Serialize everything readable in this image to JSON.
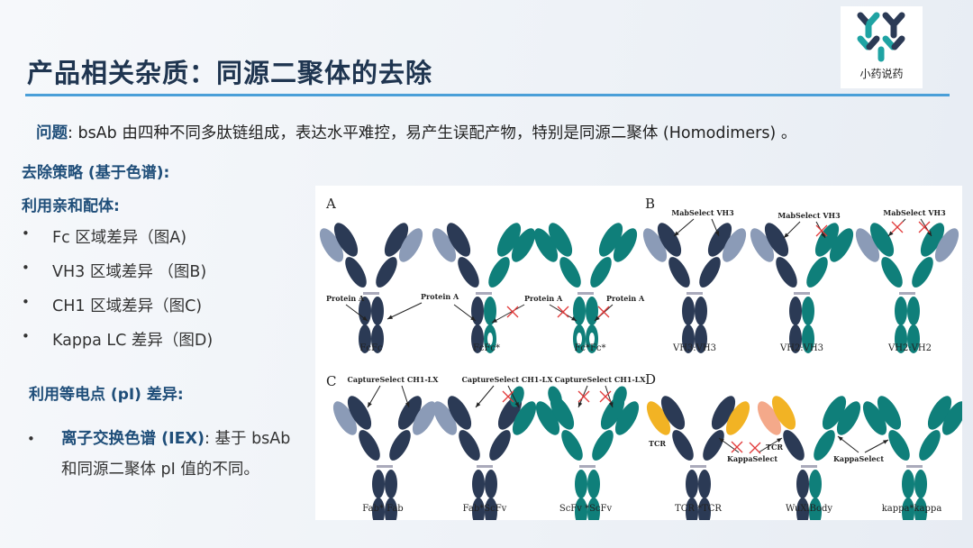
{
  "title": "产品相关杂质：同源二聚体的去除",
  "logo": {
    "text": "小药说药"
  },
  "problem": {
    "label": "问题",
    "text": ": bsAb 由四种不同多肽链组成，表达水平难控，易产生误配产物，特别是同源二聚体 (Homodimers) 。"
  },
  "strategy_heading": "去除策略 (基于色谱):",
  "affinity_heading": "利用亲和配体:",
  "affinity_items": [
    "Fc 区域差异（图A)",
    "VH3 区域差异 （图B)",
    "CH1 区域差异（图C)",
    "Kappa LC 差异（图D)"
  ],
  "pi_heading": "利用等电点 (pI) 差异:",
  "iex": {
    "label": "离子交换色谱 (IEX)",
    "text": ": 基于 bsAb 和同源二聚体 pI 值的不同。"
  },
  "figure": {
    "panel_letters": [
      "A",
      "B",
      "C",
      "D"
    ],
    "ligands": {
      "protein_a": "Protein A",
      "mabselect": "MabSelect VH3",
      "captureselect": "CaptureSelect CH1-LX",
      "kappaselect": "KappaSelect",
      "tcr": "TCR"
    },
    "captions": {
      "A": [
        "FcFc",
        "FcFc*",
        "Fc*Fc*"
      ],
      "B": [
        "VH3:VH3",
        "VH2:VH3",
        "VH2:VH2"
      ],
      "C": [
        "Fab* Fab",
        "Fab*ScFv",
        "ScFv *ScFv"
      ],
      "D": [
        "TCR *TCR",
        "WuXiBody",
        "kappa*kappa"
      ]
    }
  },
  "colors": {
    "title": "#1f3550",
    "accent_rule": "#4a9fd8",
    "heading_blue": "#1f4e79",
    "navy": "#2b3a55",
    "gray_blue": "#8b9bb7",
    "teal": "#0f7f7a",
    "orange": "#f2b324",
    "salmon": "#f4a98a",
    "red_x": "#e23b3b"
  }
}
